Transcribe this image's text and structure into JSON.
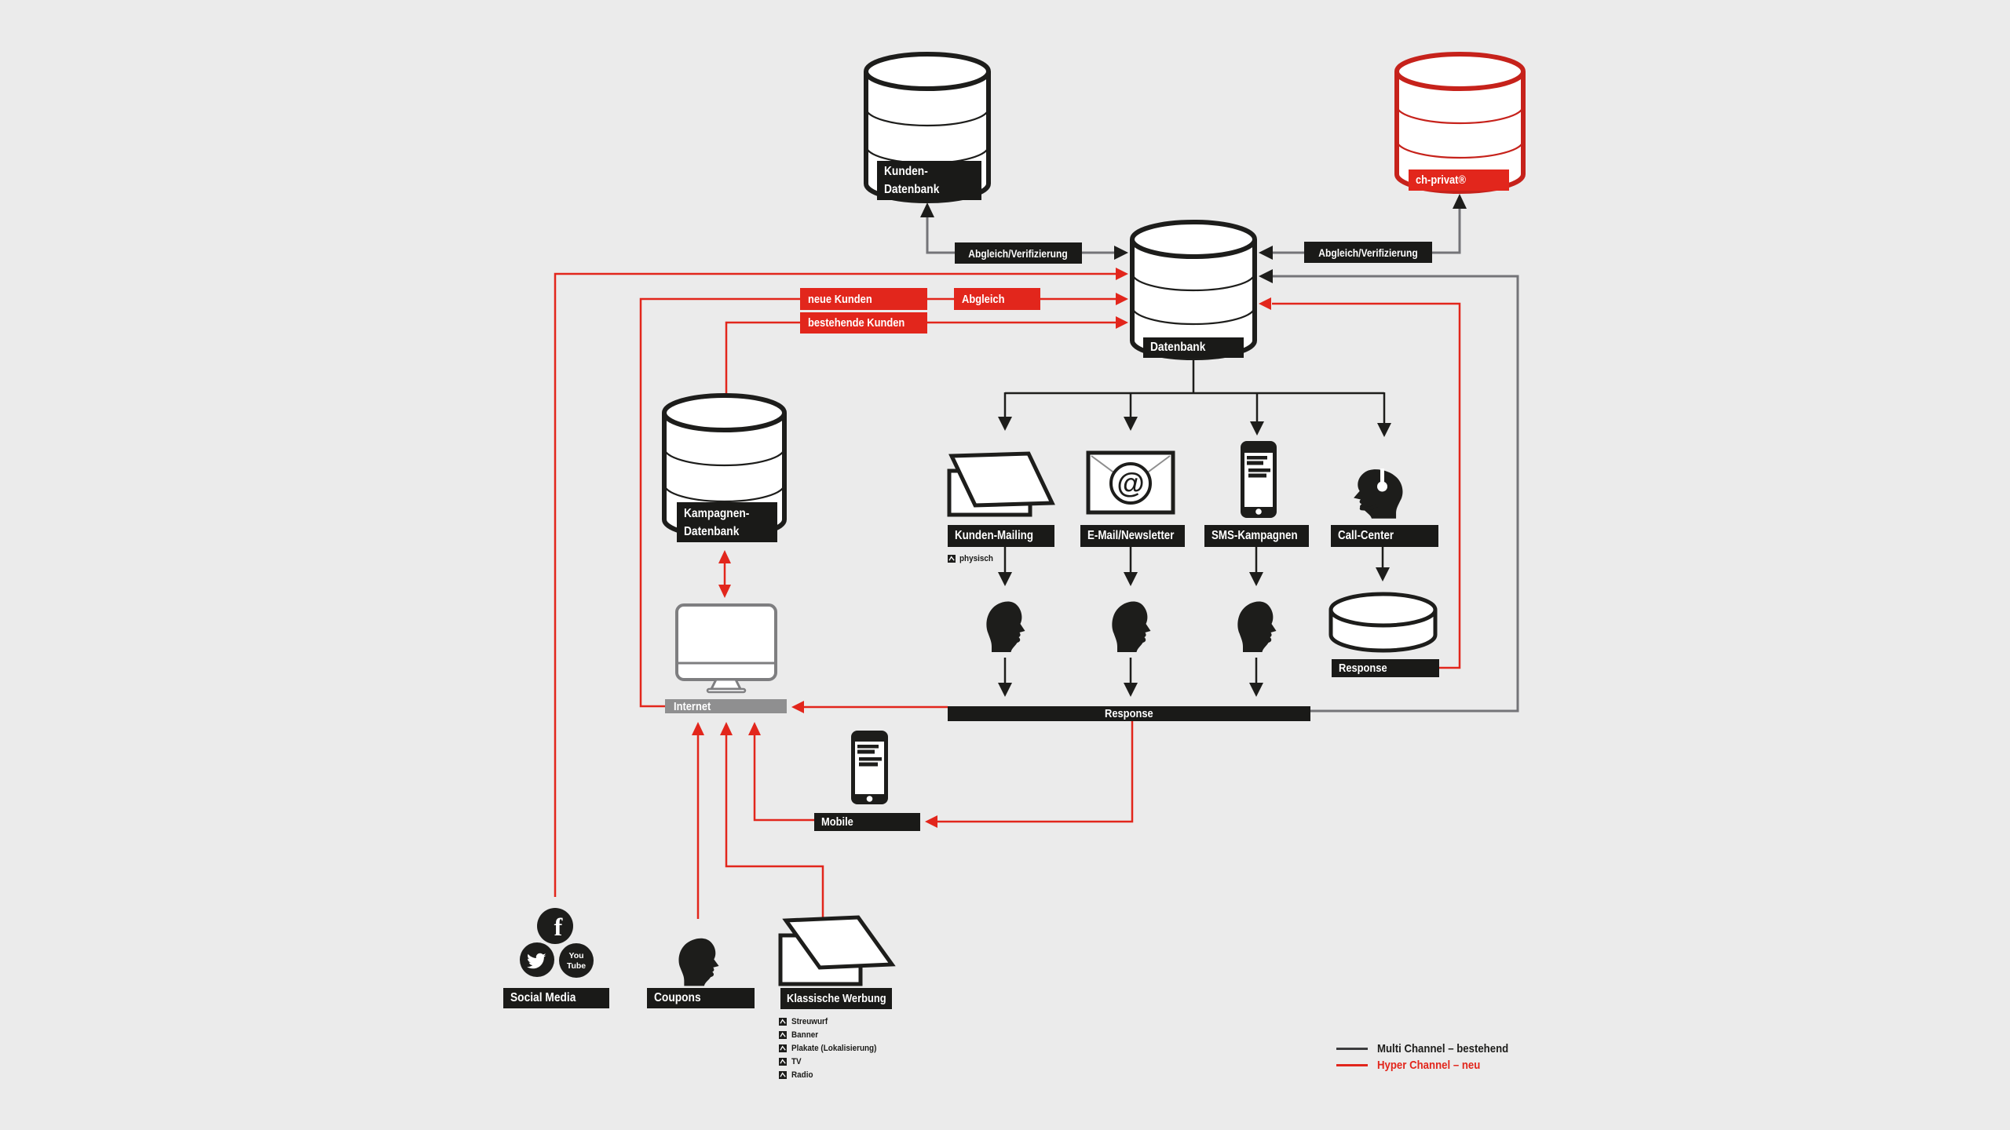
{
  "colors": {
    "background": "#ebebeb",
    "ink": "#1a1a18",
    "red": "#e2261c",
    "red_dark": "#c6221b",
    "gray_line": "#747478",
    "gray_bar": "#8f8f90",
    "white": "#ffffff"
  },
  "nodes": {
    "kunden_datenbank": {
      "line1": "Kunden-",
      "line2": "Datenbank"
    },
    "ch_privat": {
      "label": "ch-privat®"
    },
    "datenbank": {
      "label": "Datenbank"
    },
    "kampagnen_datenbank": {
      "line1": "Kampagnen-",
      "line2": "Datenbank"
    },
    "internet": {
      "label": "Internet"
    },
    "kunden_mailing": {
      "label": "Kunden-Mailing",
      "note": "physisch"
    },
    "email_newsletter": {
      "label": "E-Mail/Newsletter"
    },
    "sms_kampagnen": {
      "label": "SMS-Kampagnen"
    },
    "call_center": {
      "label": "Call-Center"
    },
    "response_call_center": {
      "label": "Response"
    },
    "response": {
      "label": "Response"
    },
    "mobile": {
      "label": "Mobile"
    },
    "social_media": {
      "label": "Social Media"
    },
    "coupons": {
      "label": "Coupons"
    },
    "klassische_werbung": {
      "label": "Klassische Werbung",
      "items": [
        "Streuwurf",
        "Banner",
        "Plakate (Lokalisierung)",
        "TV",
        "Radio"
      ]
    }
  },
  "edges": {
    "abgleich_verifizierung_left": "Abgleich/Verifizierung",
    "abgleich_verifizierung_right": "Abgleich/Verifizierung",
    "neue_kunden": "neue Kunden",
    "abgleich": "Abgleich",
    "bestehende_kunden": "bestehende Kunden"
  },
  "icons": {
    "facebook_glyph": "f",
    "youtube_line1": "You",
    "youtube_line2": "Tube",
    "email_at": "@"
  },
  "legend": [
    {
      "label": "Multi Channel – bestehend",
      "color": "#3c3c3e"
    },
    {
      "label": "Hyper Channel – neu",
      "color": "#e2261c"
    }
  ]
}
